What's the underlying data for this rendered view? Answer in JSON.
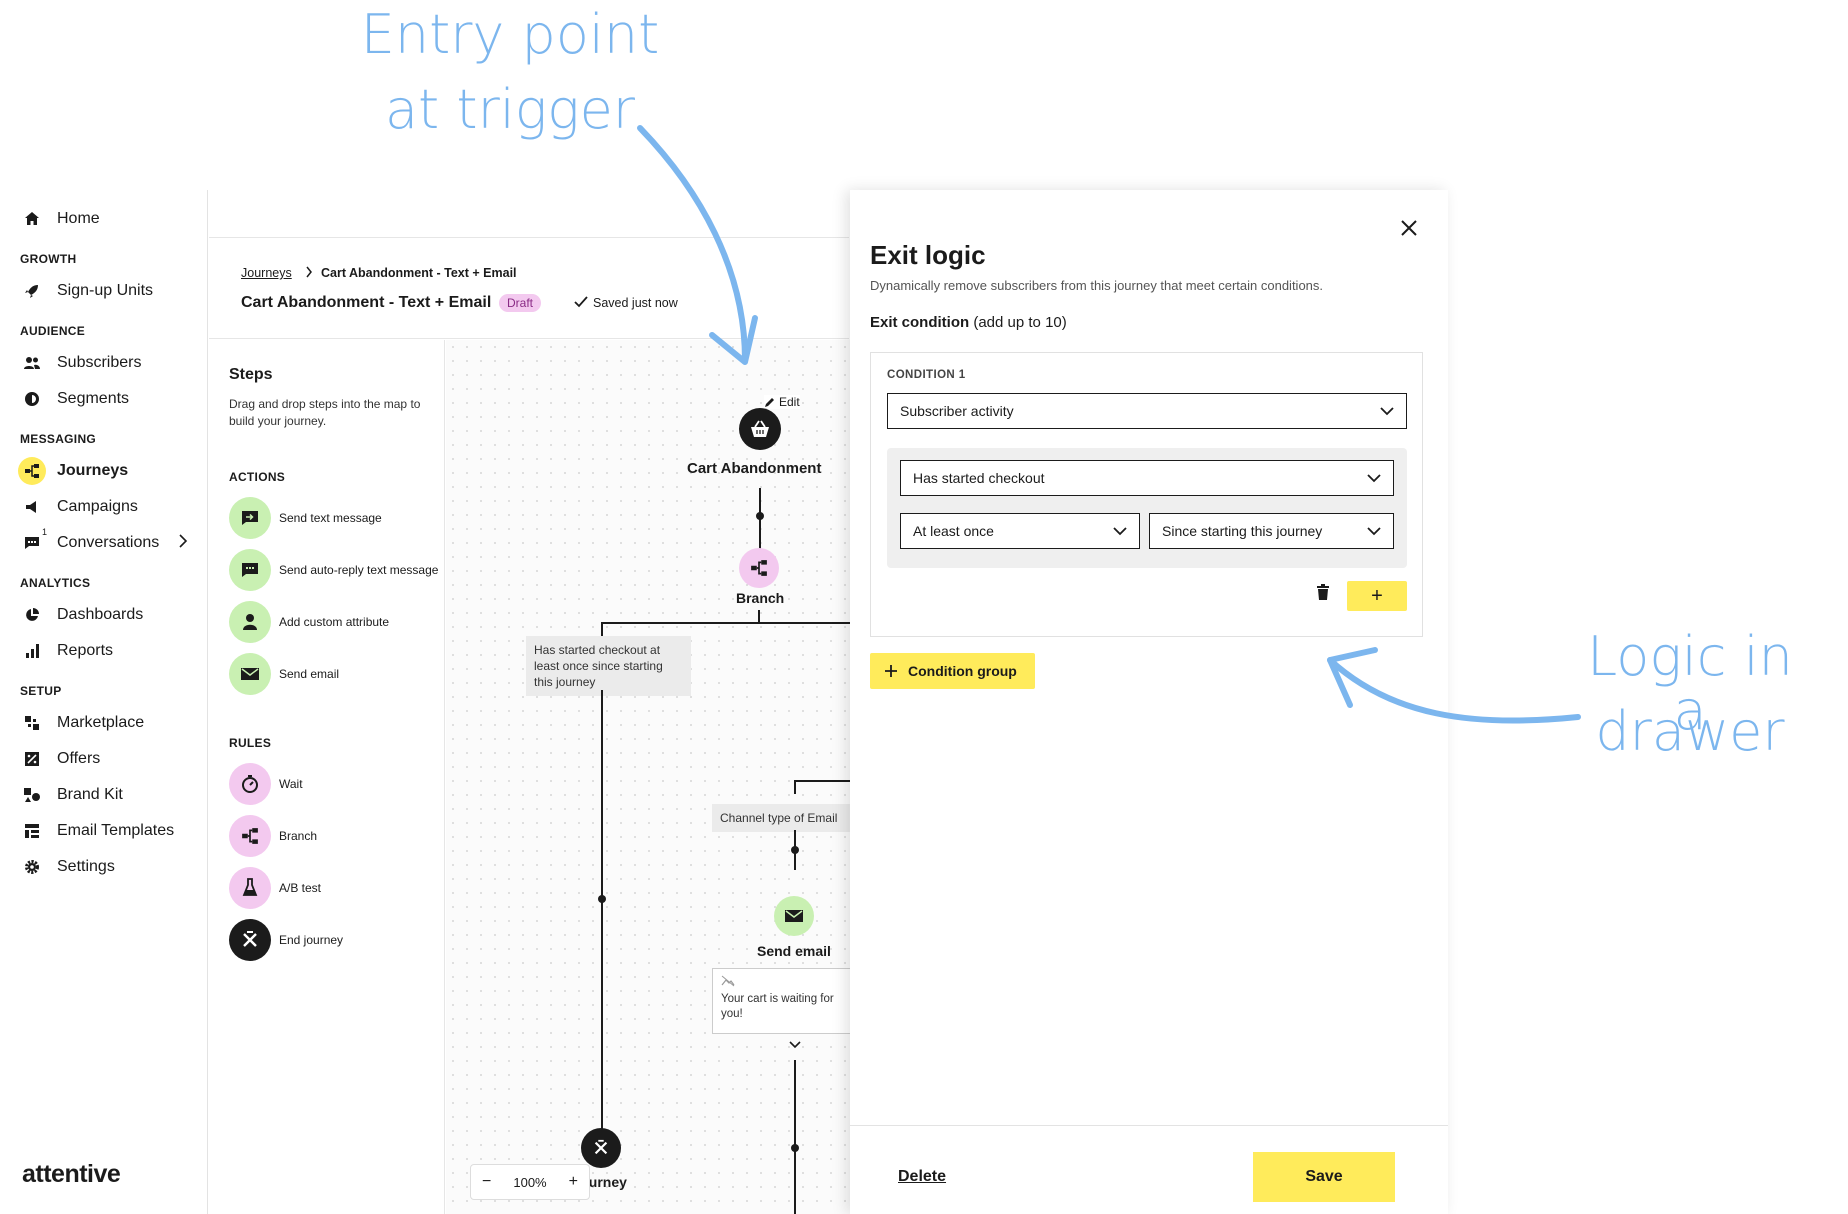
{
  "annotations": {
    "entry_line1": "Entry point",
    "entry_line2": "at trigger",
    "drawer_line1": "Logic in a",
    "drawer_line2": "drawer"
  },
  "sidebar": {
    "home": "Home",
    "sections": {
      "growth": "GROWTH",
      "audience": "AUDIENCE",
      "messaging": "MESSAGING",
      "analytics": "ANALYTICS",
      "setup": "SETUP"
    },
    "items": {
      "signup_units": "Sign-up Units",
      "subscribers": "Subscribers",
      "segments": "Segments",
      "journeys": "Journeys",
      "campaigns": "Campaigns",
      "conversations": "Conversations",
      "conversations_badge": "1",
      "dashboards": "Dashboards",
      "reports": "Reports",
      "marketplace": "Marketplace",
      "offers": "Offers",
      "brand_kit": "Brand Kit",
      "email_templates": "Email Templates",
      "settings": "Settings"
    },
    "logo": "attentive"
  },
  "header": {
    "breadcrumb_link": "Journeys",
    "breadcrumb_current": "Cart Abandonment - Text + Email",
    "title": "Cart Abandonment - Text + Email",
    "badge": "Draft",
    "saved_status": "Saved just now"
  },
  "steps_panel": {
    "title": "Steps",
    "description": "Drag and drop steps into the map to build your journey.",
    "actions_head": "ACTIONS",
    "actions": {
      "send_text": "Send text message",
      "auto_reply": "Send auto-reply text message",
      "custom_attr": "Add custom attribute",
      "send_email": "Send email"
    },
    "rules_head": "RULES",
    "rules": {
      "wait": "Wait",
      "branch": "Branch",
      "ab_test": "A/B test",
      "end_journey": "End journey"
    }
  },
  "canvas": {
    "edit_label": "Edit",
    "trigger_label": "Cart Abandonment",
    "branch_label": "Branch",
    "condition_text": "Has started checkout at least once since starting this journey",
    "channel_text": "Channel type of Email",
    "send_email_label": "Send email",
    "email_preview": "Your cart is waiting for you!",
    "end_label": "End journey",
    "zoom_level": "100%",
    "zoom_minus": "−",
    "zoom_plus": "+"
  },
  "drawer": {
    "title": "Exit logic",
    "description": "Dynamically remove subscribers from this journey that meet certain conditions.",
    "exit_condition_label": "Exit condition",
    "exit_condition_note": "(add up to 10)",
    "condition_head": "CONDITION 1",
    "select_main": "Subscriber activity",
    "select_event": "Has started checkout",
    "select_frequency": "At least once",
    "select_window": "Since starting this journey",
    "add_symbol": "+",
    "condition_group_label": "Condition group",
    "delete_label": "Delete",
    "save_label": "Save"
  },
  "colors": {
    "accent_yellow": "#ffeb5b",
    "action_green": "#c9f0b2",
    "rule_pink": "#f3c9ef",
    "annotation_blue": "#7cb6ee"
  }
}
